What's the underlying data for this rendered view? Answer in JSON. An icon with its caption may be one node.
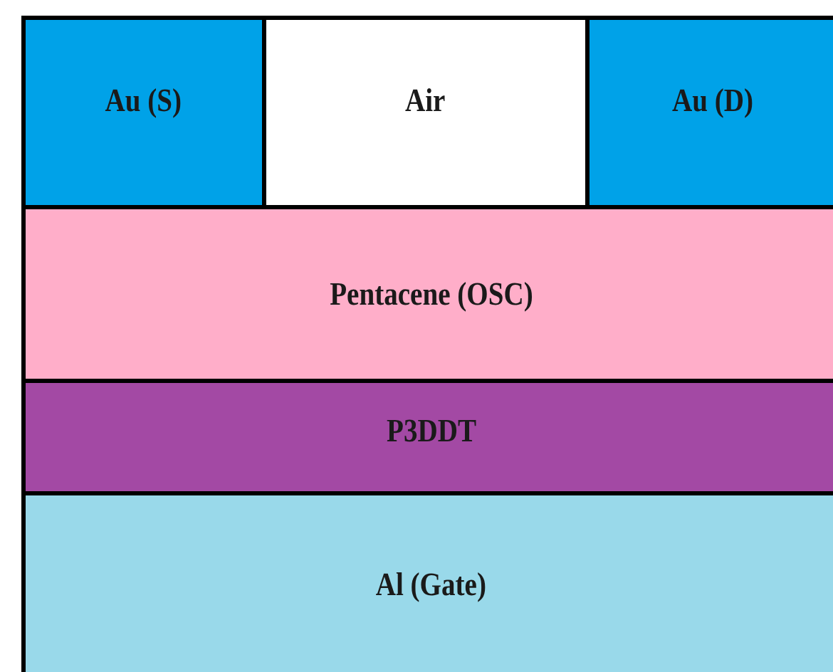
{
  "diagram": {
    "nodes": [
      {
        "text": [
          "Au (S)"
        ]
      },
      {
        "text": [
          "Air"
        ]
      },
      {
        "text": [
          "Au (D)"
        ]
      },
      {
        "text": [
          "Pentacene (OSC)"
        ]
      },
      {
        "text": [
          "P3DDT"
        ]
      },
      {
        "text": [
          "Al (Gate)"
        ]
      }
    ]
  }
}
